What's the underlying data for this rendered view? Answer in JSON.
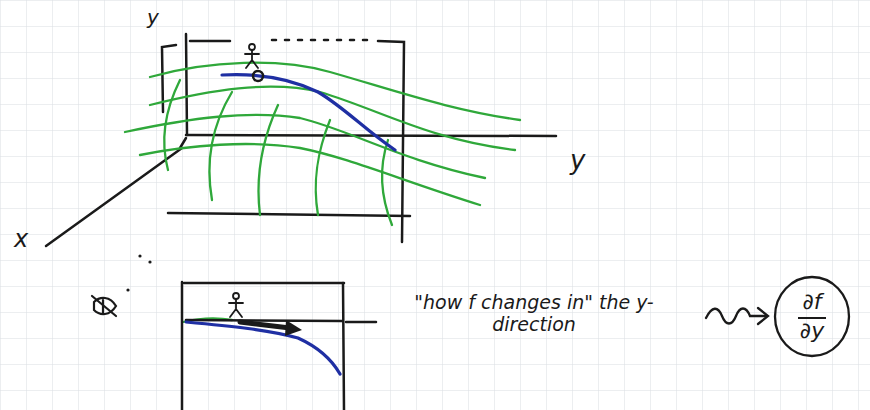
{
  "diagram": {
    "nodes": [
      {
        "text": [
          "∂f",
          "∂y"
        ]
      }
    ],
    "labels": [
      "y",
      "y",
      "x",
      "\"how f changes in\" the y-direction"
    ]
  }
}
